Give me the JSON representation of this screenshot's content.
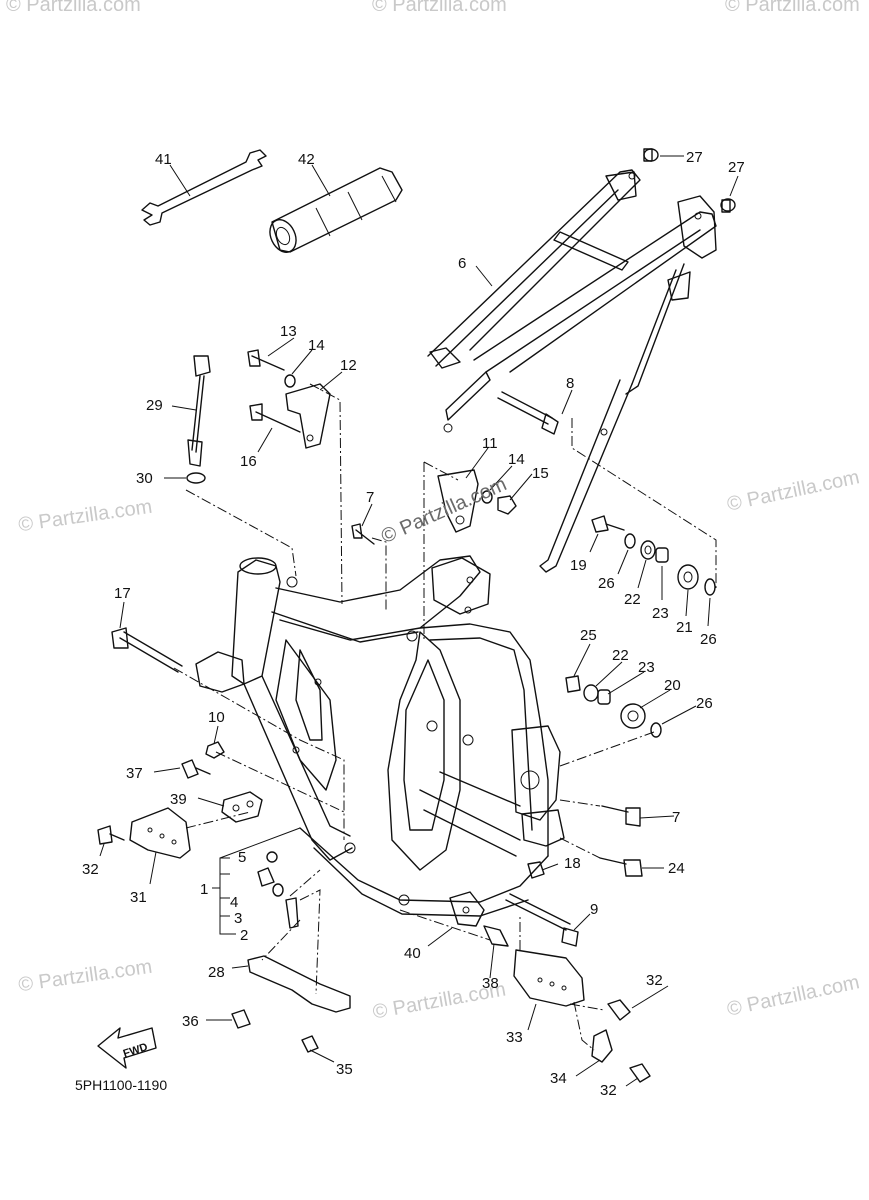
{
  "watermarks": {
    "corner": "© Partzilla.com",
    "center": "© Partzilla.com"
  },
  "diagram_code": "5PH1100-1190",
  "fwd_arrow_label": "FWD",
  "callouts": {
    "c1": "1",
    "c2": "2",
    "c3": "3",
    "c4": "4",
    "c5": "5",
    "c6": "6",
    "c7": "7",
    "c8": "8",
    "c9": "9",
    "c10": "10",
    "c11": "11",
    "c12": "12",
    "c13": "13",
    "c14": "14",
    "c15": "15",
    "c16": "16",
    "c17": "17",
    "c18": "18",
    "c19": "19",
    "c20": "20",
    "c21": "21",
    "c22": "22",
    "c23": "23",
    "c24": "24",
    "c25": "25",
    "c26": "26",
    "c27": "27",
    "c28": "28",
    "c29": "29",
    "c30": "30",
    "c31": "31",
    "c32": "32",
    "c33": "33",
    "c34": "34",
    "c35": "35",
    "c36": "36",
    "c37": "37",
    "c38": "38",
    "c39": "39",
    "c40": "40",
    "c41": "41",
    "c42": "42"
  }
}
